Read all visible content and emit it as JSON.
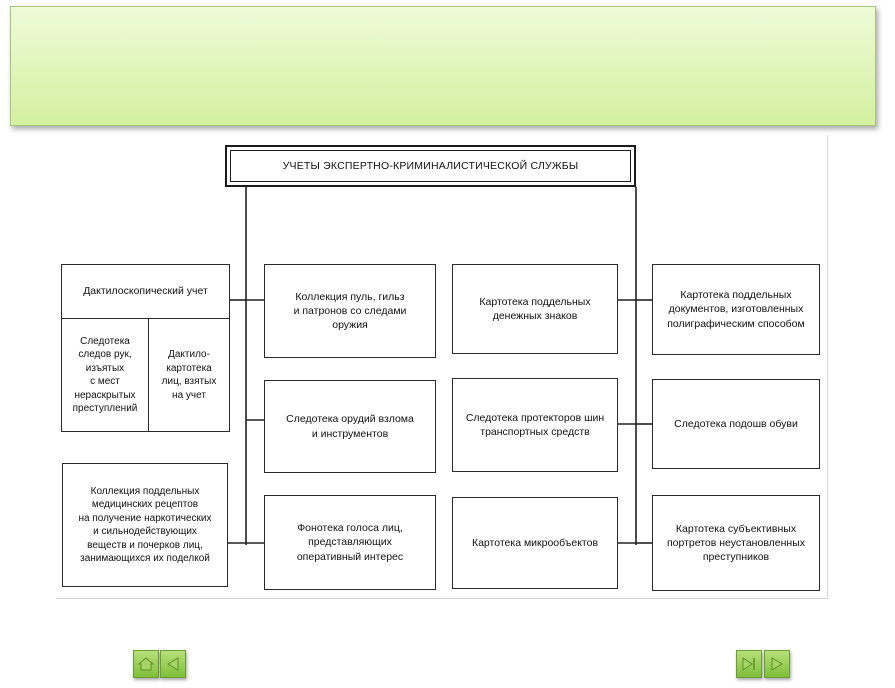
{
  "diagram": {
    "root": "УЧЕТЫ ЭКСПЕРТНО-КРИМИНАЛИСТИЧЕСКОЙ СЛУЖБЫ",
    "left": {
      "dactylo_header": "Дактилоскопический учет",
      "dactylo_traces": "Следотека\nследов рук,\nизъятых\nс мест\nнераскрытых\nпреступлений",
      "dactylo_cards": "Дактило-\nкартотека\nлиц, взятых\nна учет",
      "prescriptions": "Коллекция поддельных\nмедицинских рецептов\nна получение наркотических\nи сильнодействующих\nвеществ и почерков лиц,\nзанимающихся их поделкой"
    },
    "col2": [
      "Коллекция пуль, гильз\nи патронов со следами\nоружия",
      "Следотека орудий взлома\nи инструментов",
      "Фонотека голоса лиц,\nпредставляющих\nоперативный интерес"
    ],
    "col3": [
      "Картотека поддельных\nденежных знаков",
      "Следотека протекторов шин\nтранспортных средств",
      "Картотека микрообъектов"
    ],
    "col4": [
      "Картотека поддельных\nдокументов, изготовленных\nполиграфическим способом",
      "Следотека подошв обуви",
      "Картотека субъективных\nпортретов неустановленных\nпреступников"
    ]
  },
  "nav": {
    "home_icon": "home-icon",
    "back_icon": "back-arrow-icon",
    "end_icon": "end-arrow-icon",
    "forward_icon": "forward-arrow-icon",
    "button_color": "#8cc63f",
    "title_bar_color": "#dff5b8"
  }
}
